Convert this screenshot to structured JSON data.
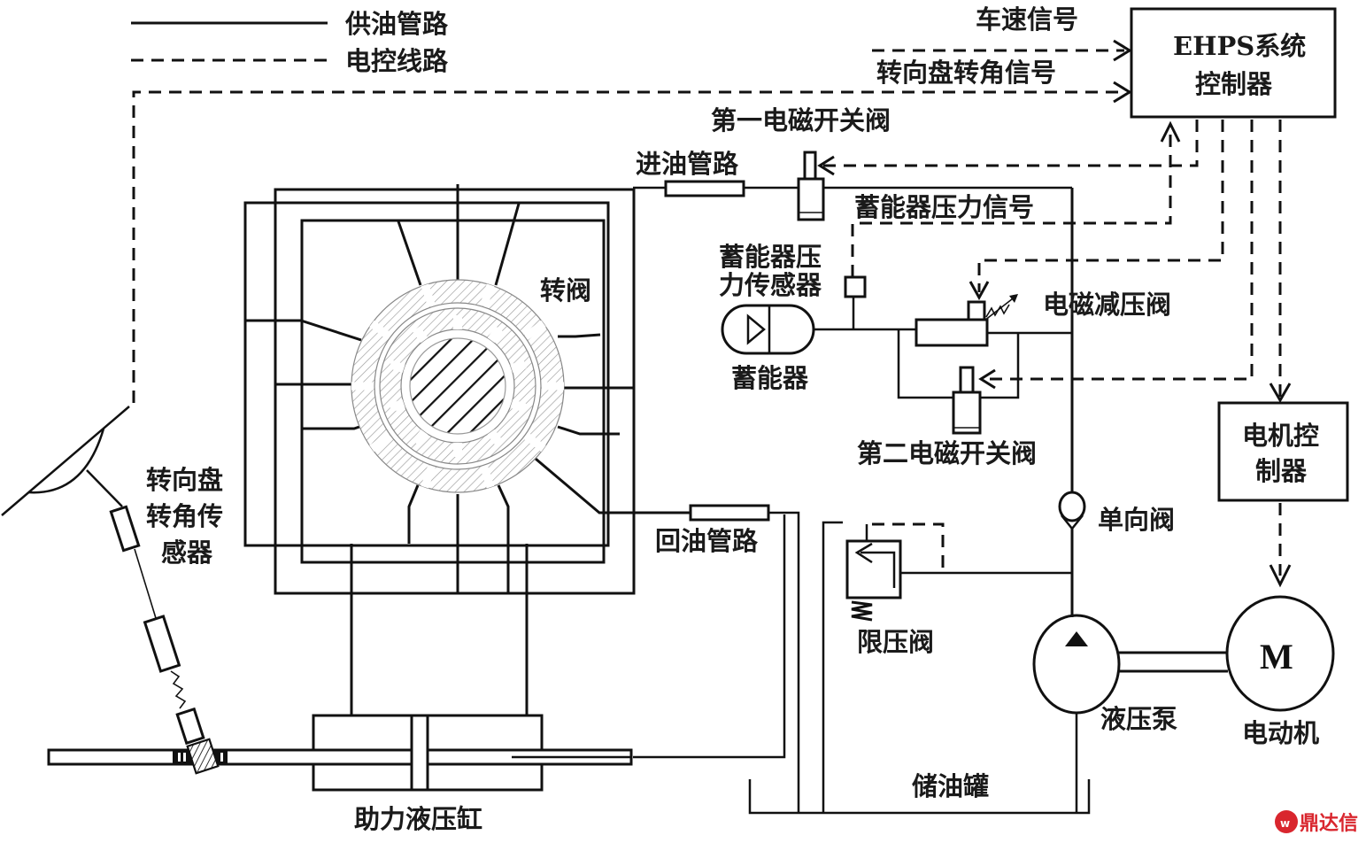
{
  "legend": {
    "supply_line": "供油管路",
    "control_line": "电控线路"
  },
  "signals": {
    "vehicle_speed": "车速信号",
    "steering_angle": "转向盘转角信号",
    "accumulator_pressure": "蓄能器压力信号"
  },
  "components": {
    "ehps_controller": [
      "EHPS系统",
      "控制器"
    ],
    "motor_controller": [
      "电机控",
      "制器"
    ],
    "first_solenoid_valve": "第一电磁开关阀",
    "second_solenoid_valve": "第二电磁开关阀",
    "inlet_pipe": "进油管路",
    "return_pipe": "回油管路",
    "rotary_valve": "转阀",
    "pressure_sensor": [
      "蓄能器压",
      "力传感器"
    ],
    "accumulator": "蓄能器",
    "pressure_reducing_valve": "电磁减压阀",
    "check_valve": "单向阀",
    "relief_valve": "限压阀",
    "hydraulic_pump": "液压泵",
    "motor": "电动机",
    "motor_symbol": "M",
    "reservoir": "储油罐",
    "power_cylinder": "助力液压缸",
    "steering_sensor": [
      "转向盘",
      "转角传",
      "感器"
    ]
  },
  "watermark": {
    "text": "鼎达信",
    "color": "#d9262e"
  }
}
